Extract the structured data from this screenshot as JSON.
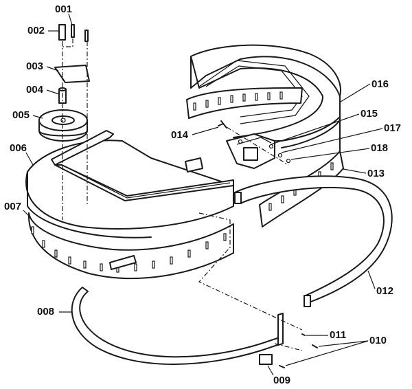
{
  "labels": {
    "p001": "001",
    "p002": "002",
    "p003": "003",
    "p004": "004",
    "p005": "005",
    "p006": "006",
    "p007": "007",
    "p008": "008",
    "p009": "009",
    "p010": "010",
    "p011": "011",
    "p012": "012",
    "p013": "013",
    "p014": "014",
    "p015": "015",
    "p016": "016",
    "p017": "017",
    "p018": "018"
  },
  "colors": {
    "ink": "#1a1a1a",
    "paper": "#ffffff"
  }
}
